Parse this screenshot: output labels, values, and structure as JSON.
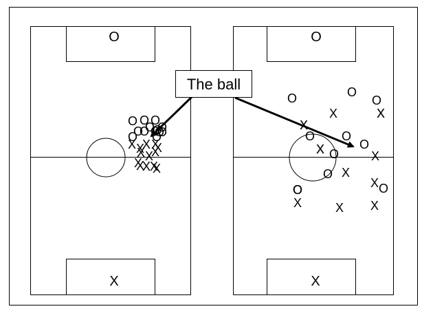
{
  "figure": {
    "ball_label": "The ball",
    "team_o_marker": "O",
    "team_x_marker": "X",
    "line_color": "#000000",
    "background_color": "#ffffff"
  },
  "pitches": [
    {
      "id": "left-pitch",
      "o_count": 13,
      "x_count": 13,
      "keeper_o": "O",
      "keeper_x": "X"
    },
    {
      "id": "right-pitch",
      "o_count": 12,
      "x_count": 13,
      "keeper_o": "O",
      "keeper_x": "X"
    }
  ]
}
